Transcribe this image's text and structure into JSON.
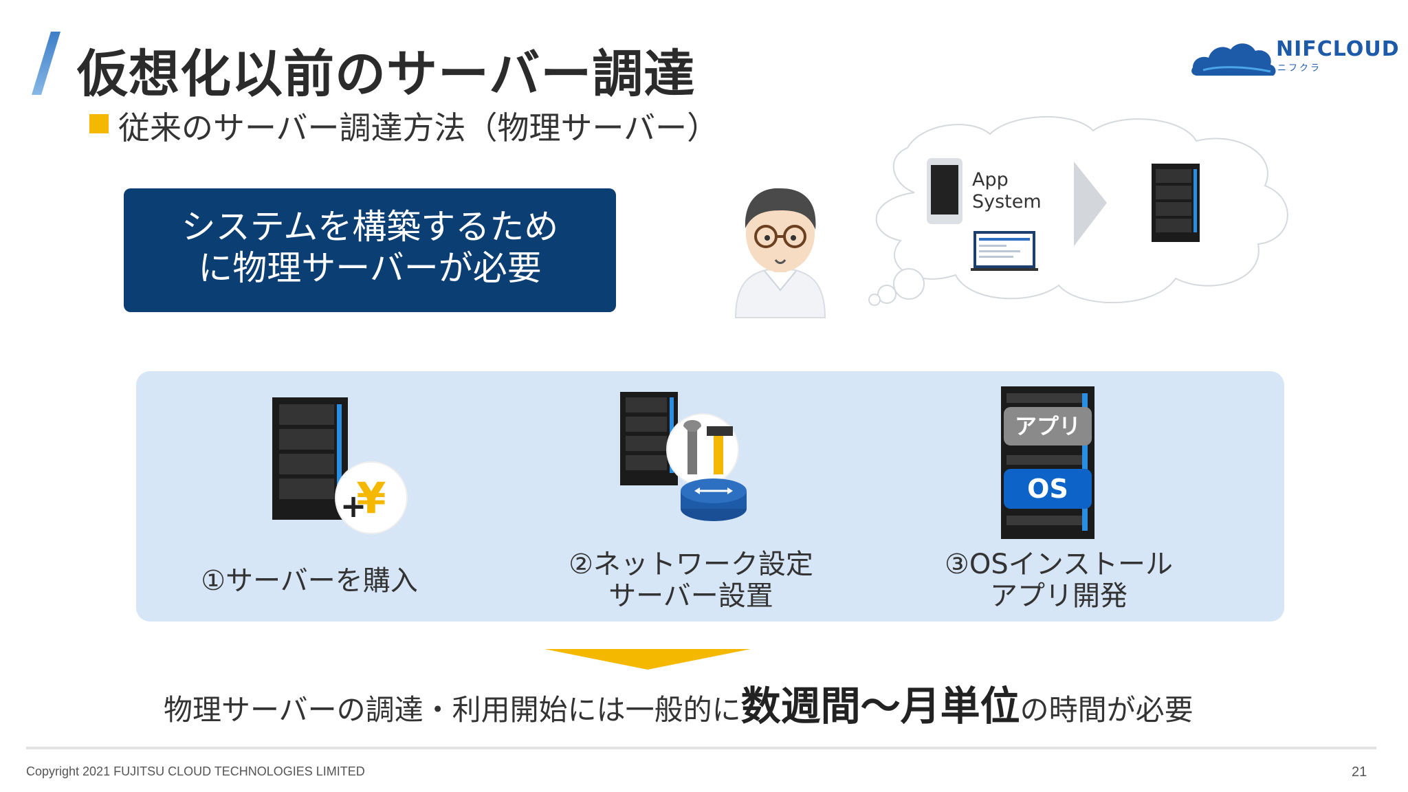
{
  "slide": {
    "title": "仮想化以前のサーバー調達",
    "subtitle": "従来のサーバー調達方法（物理サーバー）",
    "brand": {
      "name": "NIFCLOUD",
      "sub": "ニフクラ",
      "color": "#1d5aa8"
    },
    "need_box": {
      "line1": "システムを構築するため",
      "line2": "に物理サーバーが必要"
    },
    "thought": {
      "app_line1": "App",
      "app_line2": "System"
    },
    "steps": [
      {
        "line1": "①サーバーを購入",
        "line2": ""
      },
      {
        "line1": "②ネットワーク設定",
        "line2": "サーバー設置"
      },
      {
        "line1": "③OSインストール",
        "line2": "アプリ開発"
      }
    ],
    "badges": {
      "app": "アプリ",
      "os": "OS"
    },
    "yen_symbol": "+¥",
    "conclusion": {
      "prefix": "物理サーバーの調達・利用開始には一般的に",
      "emphasis": "数週間〜月単位",
      "suffix": "の時間が必要"
    },
    "footer": {
      "copyright": "Copyright 2021 FUJITSU CLOUD TECHNOLOGIES LIMITED",
      "page": "21"
    },
    "colors": {
      "accent_yellow": "#f5b800",
      "navy": "#0b3e73",
      "panel": "#d6e6f6",
      "os_blue": "#0d63c8"
    }
  }
}
